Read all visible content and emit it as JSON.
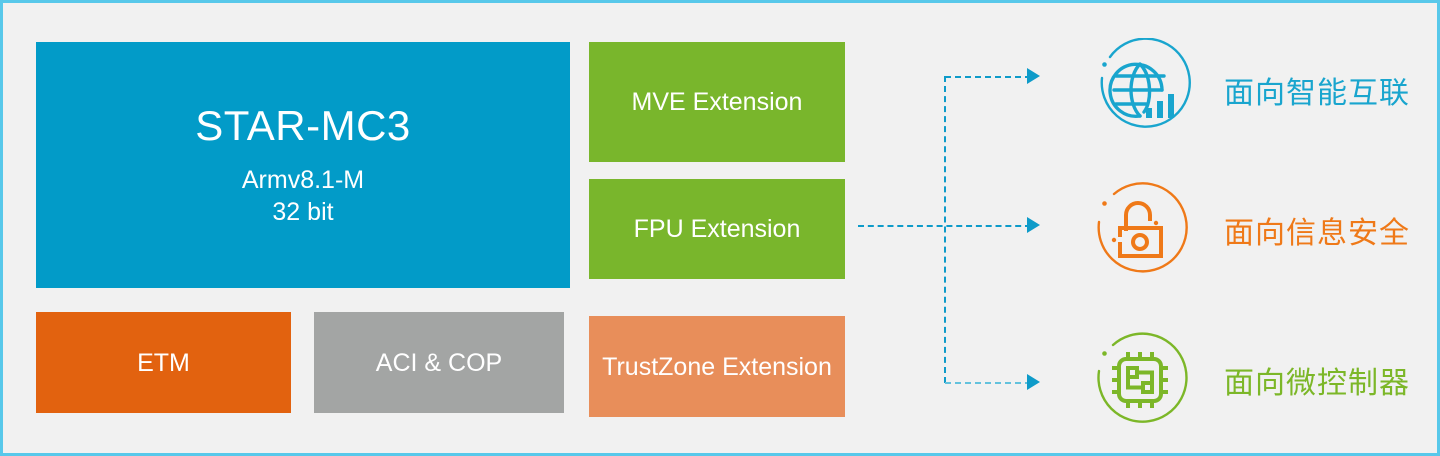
{
  "diagram": {
    "title": "STAR-MC3 Architecture Block Diagram",
    "background_color": "#f1f1f1",
    "border_color": "#58c8ea"
  },
  "core": {
    "name": "STAR-MC3",
    "architecture": "Armv8.1-M",
    "bits": "32 bit",
    "color": "#029bc8"
  },
  "blocks": [
    {
      "id": "mve",
      "label": "MVE Extension",
      "color": "#79b62c"
    },
    {
      "id": "fpu",
      "label": "FPU Extension",
      "color": "#79b62c"
    },
    {
      "id": "etm",
      "label": "ETM",
      "color": "#e2620f"
    },
    {
      "id": "aci_cop",
      "label": "ACI & COP",
      "color": "#a3a5a4"
    },
    {
      "id": "trustzone",
      "label": "TrustZone Extension",
      "color": "#e88e5a"
    }
  ],
  "connectors": {
    "style": "dashed-arrow",
    "color": "#0e9bc9",
    "count": 3
  },
  "features": [
    {
      "id": "iot",
      "label": "面向智能互联",
      "icon": "globe-chart-icon",
      "color": "#19a5ce"
    },
    {
      "id": "security",
      "label": "面向信息安全",
      "icon": "open-padlock-icon",
      "color": "#ef7918"
    },
    {
      "id": "mcu",
      "label": "面向微控制器",
      "icon": "microchip-icon",
      "color": "#7cb728"
    }
  ]
}
